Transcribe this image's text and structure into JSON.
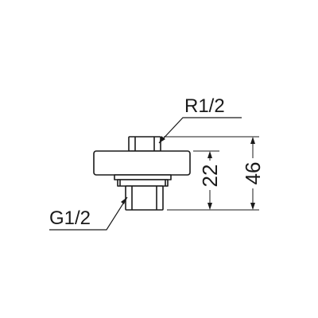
{
  "callouts": {
    "top_thread": "R1/2",
    "bottom_thread": "G1/2"
  },
  "dimensions": {
    "inner_height": "22",
    "overall_height": "46"
  },
  "colors": {
    "line": "#1a1a1a",
    "background": "#ffffff"
  }
}
